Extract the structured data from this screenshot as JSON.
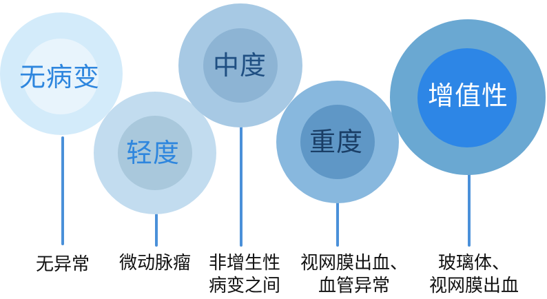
{
  "stages": [
    {
      "label": "无病变",
      "desc": [
        "无异常"
      ],
      "colors": {
        "outer": "#d3ebfa",
        "inner": "#e8f4fc",
        "text": "#2e86de"
      }
    },
    {
      "label": "轻度",
      "desc": [
        "微动脉瘤"
      ],
      "colors": {
        "outer": "#c2dcef",
        "inner": "#a9c8dc",
        "text": "#2e86de"
      }
    },
    {
      "label": "中度",
      "desc": [
        "非增生性",
        "病变之间"
      ],
      "colors": {
        "outer": "#a7c9e4",
        "inner": "#8db4d4",
        "text": "#1f4f82"
      }
    },
    {
      "label": "重度",
      "desc": [
        "视网膜出血、",
        "血管异常"
      ],
      "colors": {
        "outer": "#88b8de",
        "inner": "#5f97c6",
        "text": "#1a3e66"
      }
    },
    {
      "label": "增值性",
      "desc": [
        "玻璃体、",
        "视网膜出血"
      ],
      "colors": {
        "outer": "#6aa8d2",
        "inner": "#2d86e6",
        "text": "#ffffff"
      }
    }
  ]
}
